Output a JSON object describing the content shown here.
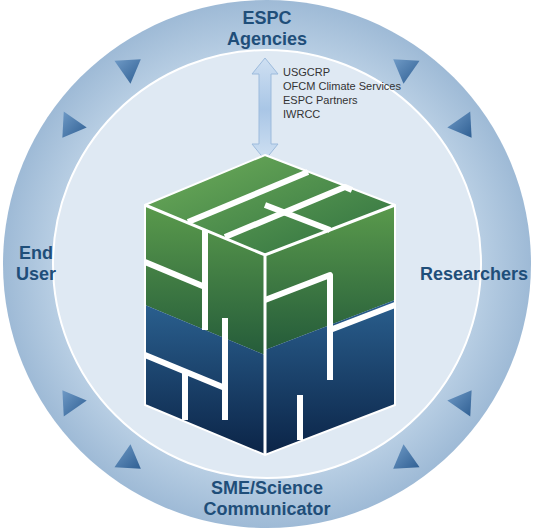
{
  "diagram": {
    "labels": [
      "ESPC Agencies",
      "USGCRP",
      "OFCM Climate Services",
      "ESPC Partners",
      "IWRCC",
      "End User",
      "Researchers",
      "SME/Science Communicator"
    ]
  }
}
